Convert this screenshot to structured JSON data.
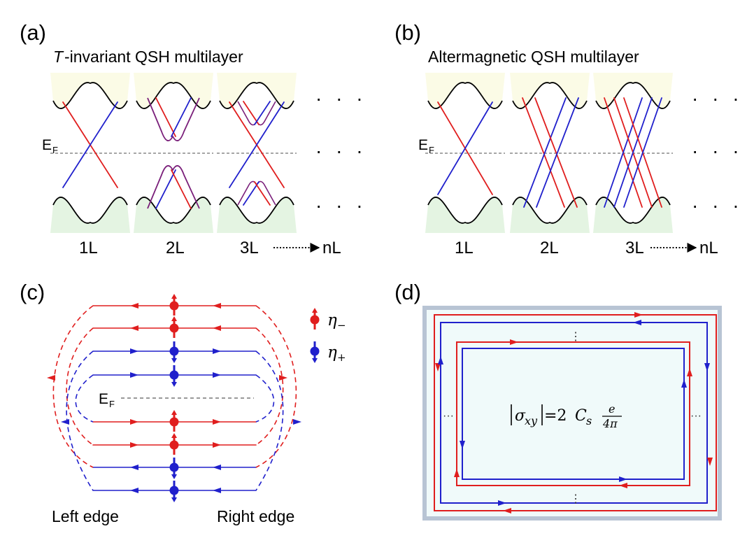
{
  "panel_labels": [
    "(a)",
    "(b)",
    "(c)",
    "(d)"
  ],
  "panel_a": {
    "title_symbol": "T",
    "title": "-invariant QSH multilayer",
    "fermi_label": "E",
    "fermi_sub": "F",
    "layers": [
      "1L",
      "2L",
      "3L"
    ],
    "to_label": "nL",
    "ellipsis": "· · ·"
  },
  "panel_b": {
    "title": "Altermagnetic QSH multilayer",
    "fermi_label": "E",
    "fermi_sub": "F",
    "layers": [
      "1L",
      "2L",
      "3L"
    ],
    "to_label": "nL",
    "ellipsis": "· · ·"
  },
  "panel_c": {
    "fermi_label": "E",
    "fermi_sub": "F",
    "left_edge": "Left edge",
    "right_edge": "Right edge",
    "legend": [
      {
        "symbol": "η",
        "sub": "−",
        "color": "#d01c1c"
      },
      {
        "symbol": "η",
        "sub": "+",
        "color": "#1a1ab0"
      }
    ]
  },
  "panel_d": {
    "formula_lhs": "σ",
    "formula_lhs_sub": "xy",
    "formula_eq": "=2",
    "formula_c": "C",
    "formula_c_sub": "s",
    "formula_num": "e",
    "formula_den": "4π",
    "ellipsis_h": "···",
    "ellipsis_v": "⋮"
  },
  "colors": {
    "red": "#e01e1e",
    "blue": "#2020cc",
    "purple": "#7a1f7a",
    "conduction_fill": "#fbfbe6",
    "valence_fill": "#e4f4e2",
    "frame_border": "#b8c4d4",
    "frame_fill": "#f0fafa"
  }
}
